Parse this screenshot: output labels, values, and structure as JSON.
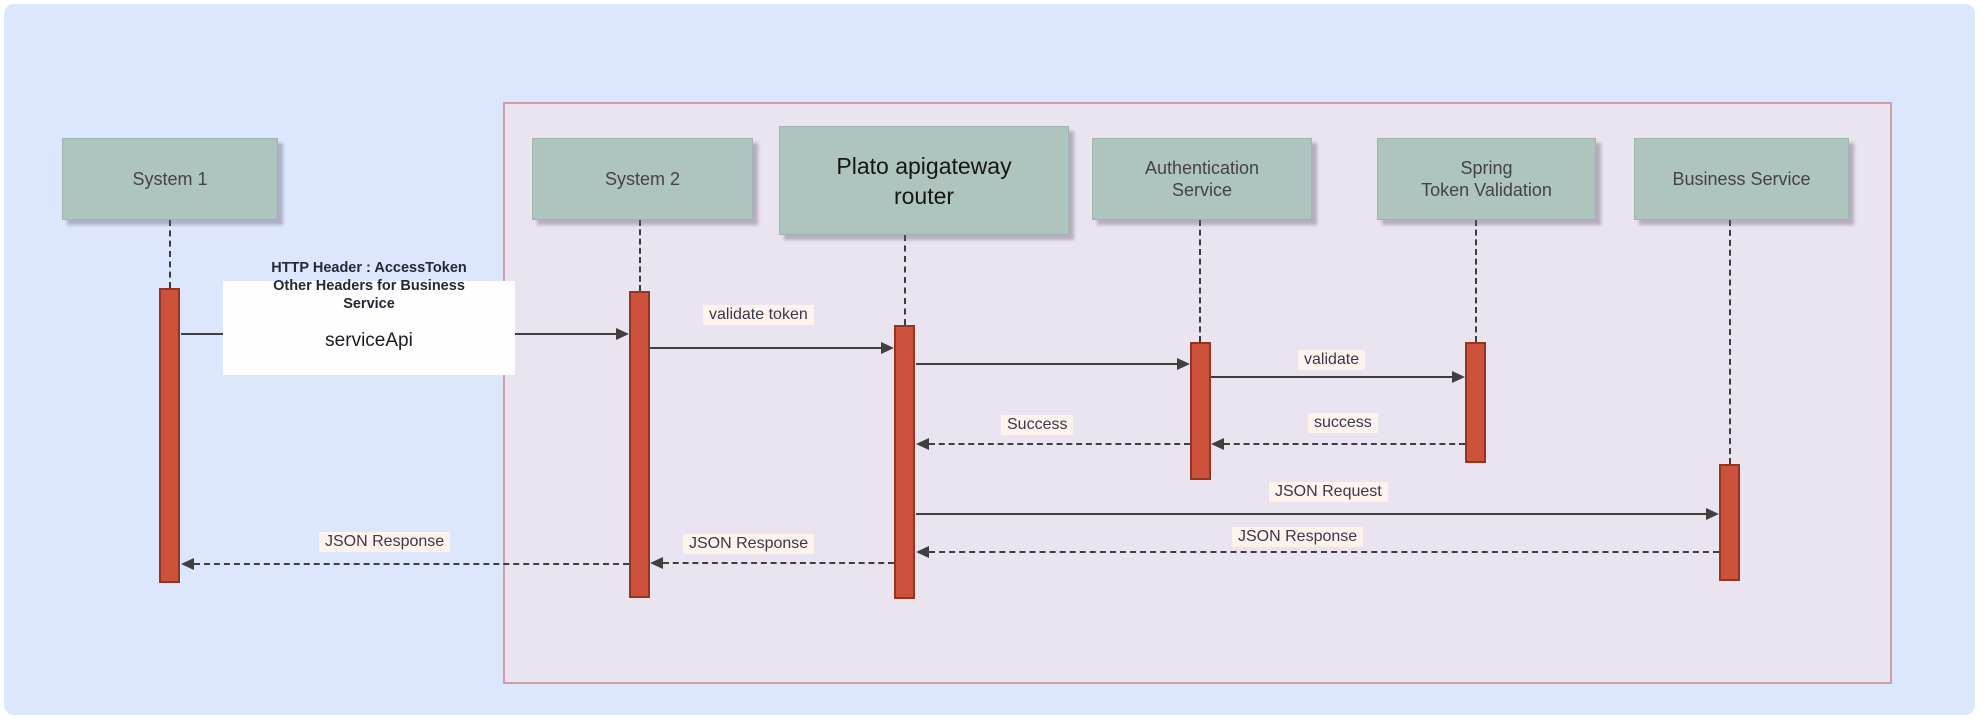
{
  "colors": {
    "canvas_bg": "#dce6fc",
    "panel_bg": "#eae3f0",
    "panel_border": "#cf9fa5",
    "actor_fill": "#aec5bf",
    "actor_text": "#46404c",
    "plato_text": "#161616",
    "activation_fill": "#cc523c",
    "activation_border": "#963423",
    "message_label_bg": "#fdf3ec",
    "message_text": "#39394a",
    "note_bg": "#fefefe",
    "line_color": "#3f3f3f"
  },
  "actors": [
    {
      "id": "system-1",
      "lines": [
        "System 1"
      ]
    },
    {
      "id": "system-2",
      "lines": [
        "System 2"
      ]
    },
    {
      "id": "plato-apigateway-router",
      "lines": [
        "Plato apigateway",
        "router"
      ]
    },
    {
      "id": "authentication-service",
      "lines": [
        "Authentication",
        "Service"
      ]
    },
    {
      "id": "spring-token-validation",
      "lines": [
        "Spring",
        "Token Validation"
      ]
    },
    {
      "id": "business-service",
      "lines": [
        "Business Service"
      ]
    }
  ],
  "note": {
    "lines": [
      "HTTP Header : AccessToken",
      "Other Headers for Business",
      "Service"
    ],
    "operation": "serviceApi"
  },
  "messages": {
    "validate_token": "validate token",
    "validate": "validate",
    "success_auth_to_gateway": "Success",
    "success_spring_to_auth": "success",
    "json_request": "JSON Request",
    "json_response_business_to_gateway": "JSON Response",
    "json_response_gateway_to_system2": "JSON Response",
    "json_response_system2_to_system1": "JSON Response"
  }
}
